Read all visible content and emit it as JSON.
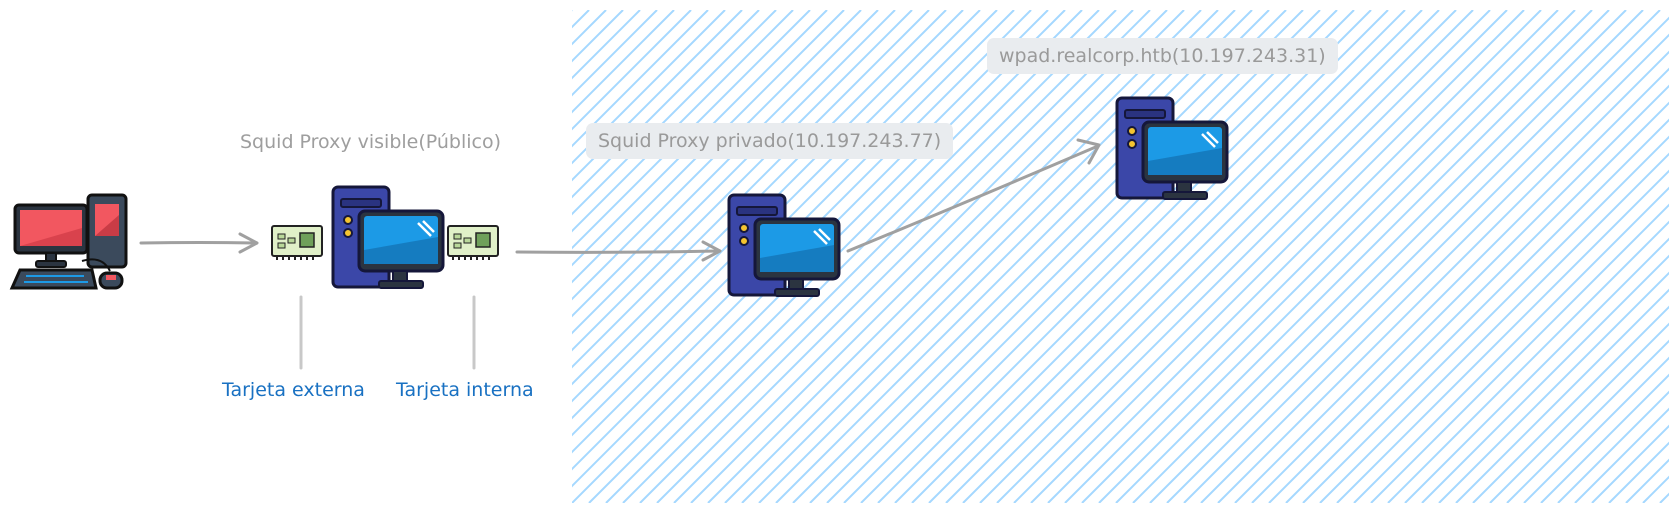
{
  "labels": {
    "public_proxy": "Squid Proxy visible(Público)",
    "private_proxy": "Squid Proxy privado(10.197.243.77)",
    "wpad_host": "wpad.realcorp.htb(10.197.243.31)",
    "external_card": "Tarjeta externa",
    "internal_card": "Tarjeta interna"
  },
  "colors": {
    "hatch": "#a5d8ff",
    "arrow": "#a0a0a0",
    "chip_bg": "#e9ecef",
    "blue_text": "#1971c2",
    "server_case": "#3b47a8",
    "monitor_screen": "#1c9ae6",
    "workstation_red": "#f25760"
  },
  "icons": {
    "client": "desktop-computer-icon",
    "server": "server-computer-icon",
    "nic": "network-card-icon"
  }
}
